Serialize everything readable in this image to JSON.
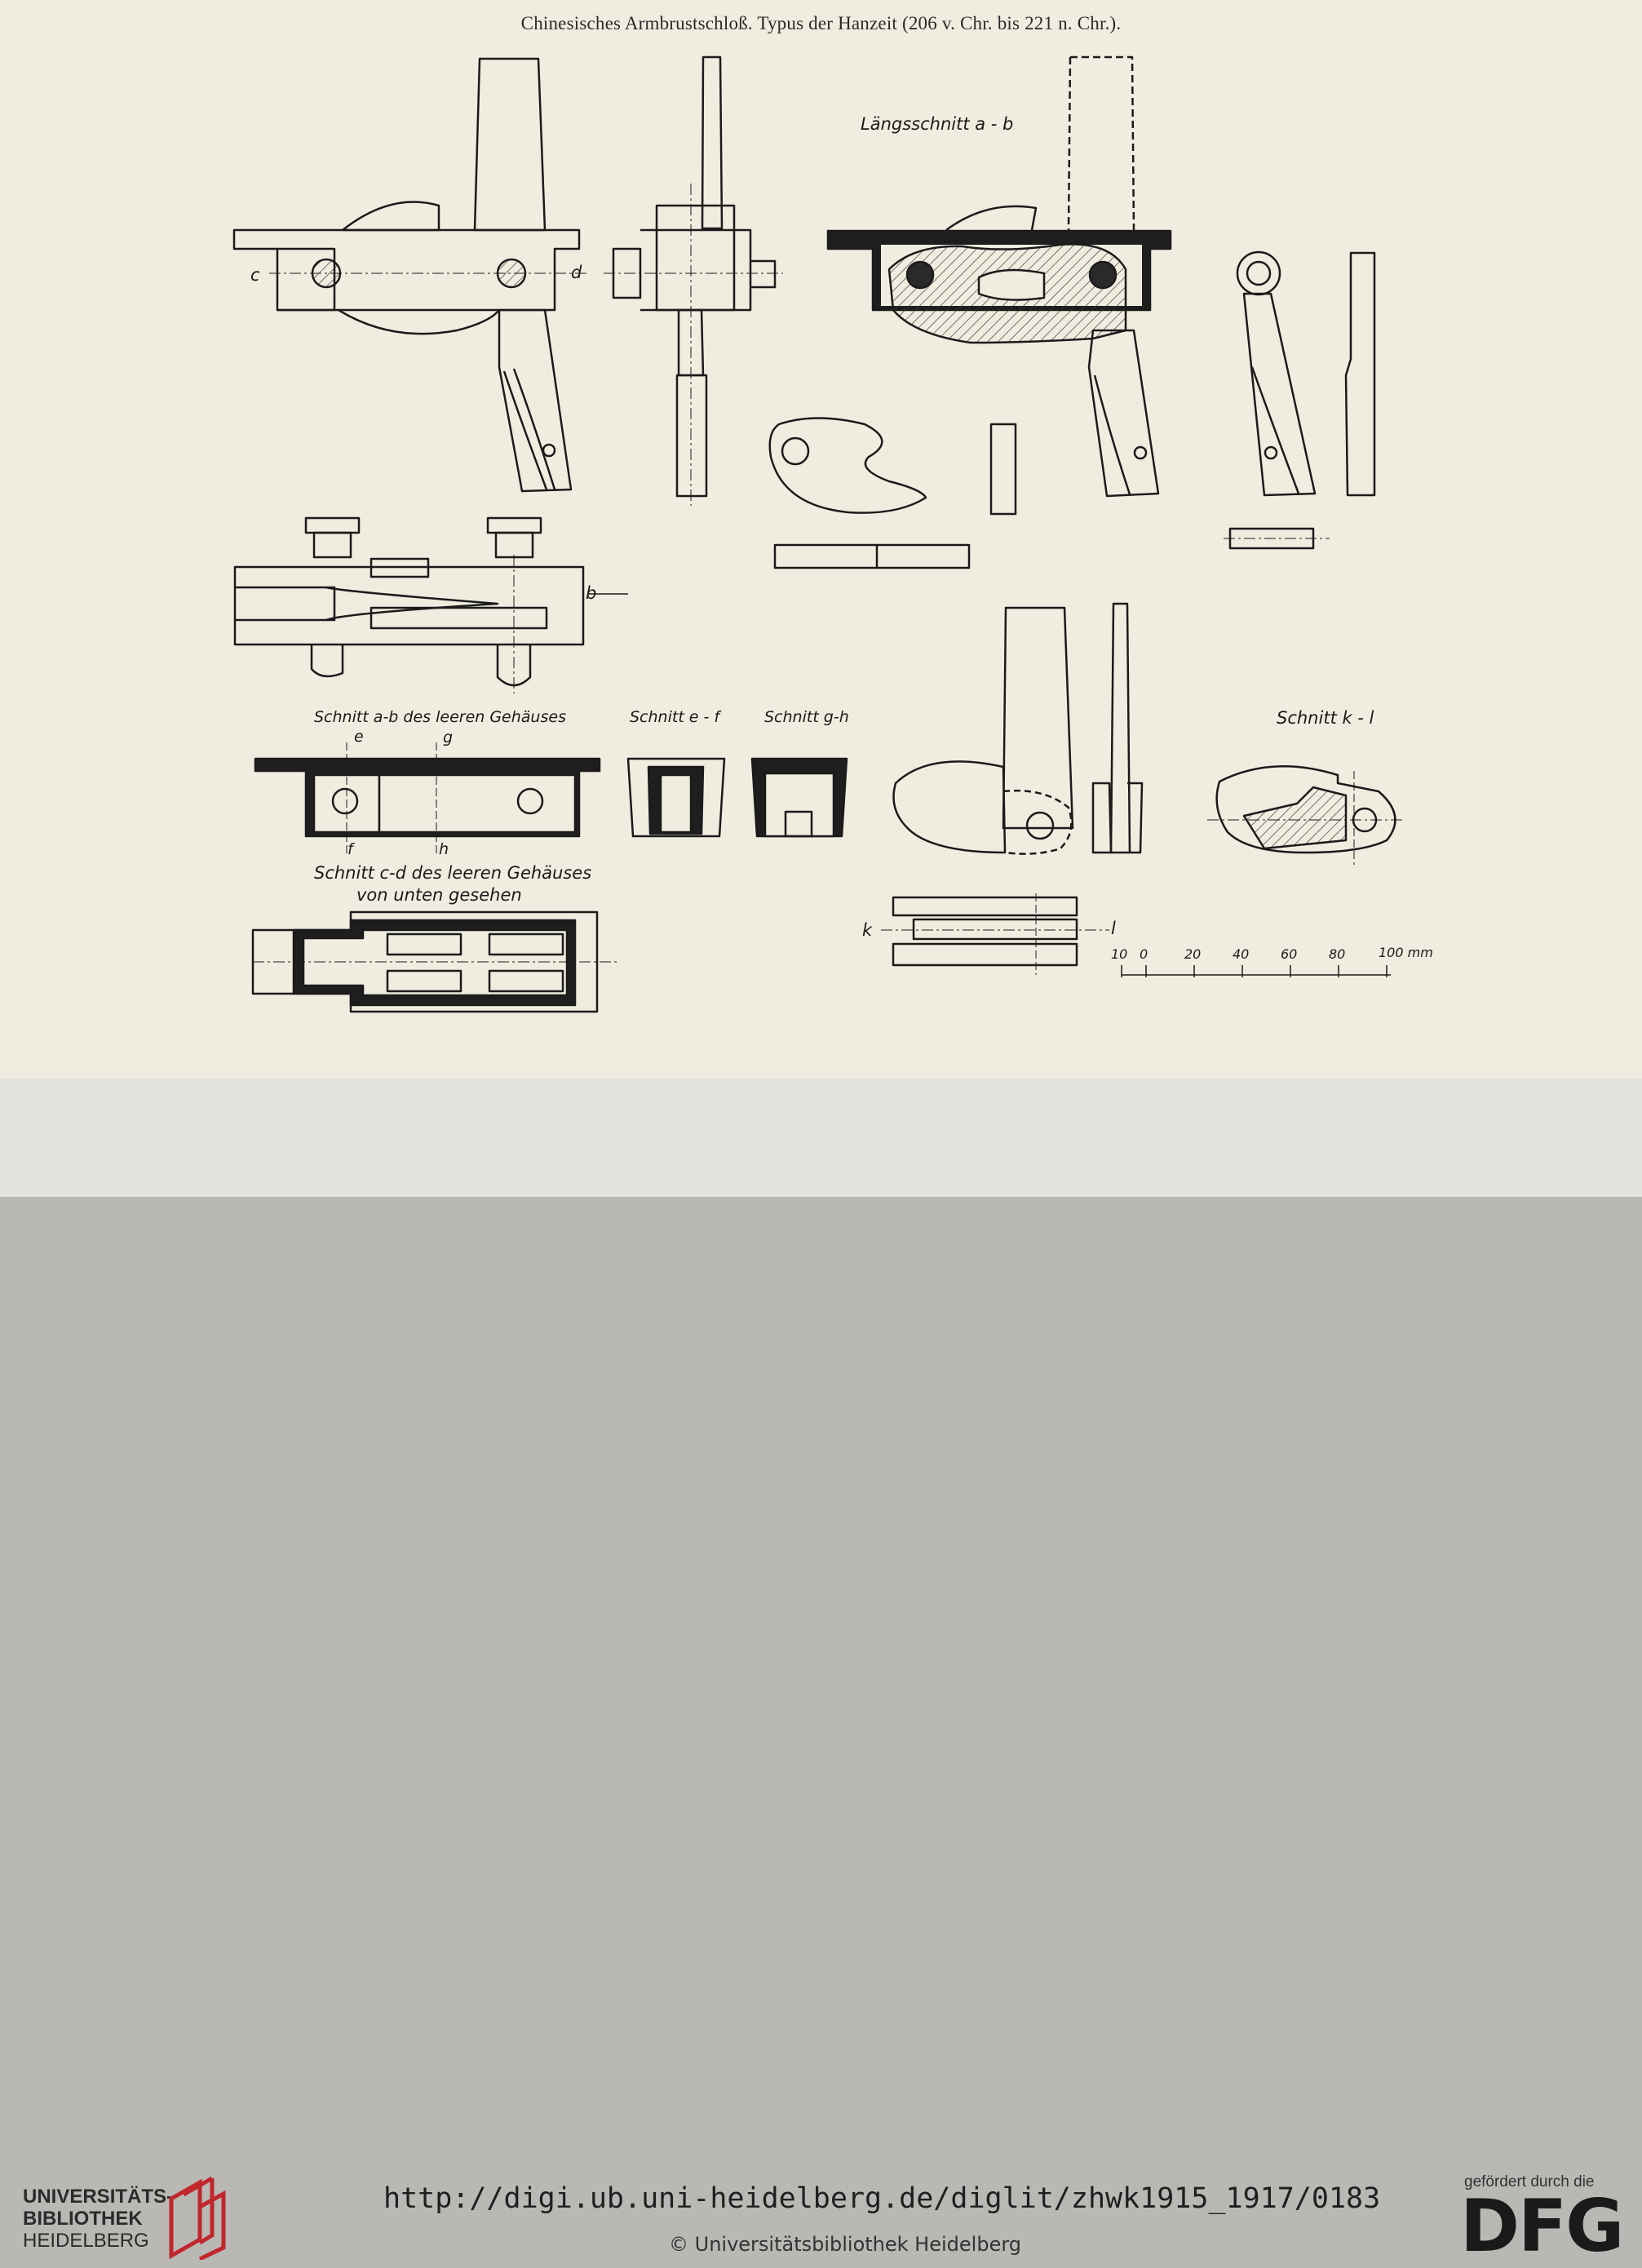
{
  "plate": {
    "title": "Chinesisches Armbrustschloß.  Typus der Hanzeit (206 v. Chr. bis 221 n. Chr.).",
    "labels": {
      "c": "c",
      "d": "d",
      "b": "b",
      "laengsschnitt": "Längsschnitt a - b",
      "schnitt_ab": "Schnitt a-b des leeren Gehäuses",
      "schnitt_ef": "Schnitt e - f",
      "schnitt_gh": "Schnitt g-h",
      "schnitt_kl": "Schnitt k - l",
      "e": "e",
      "g": "g",
      "f": "f",
      "h": "h",
      "schnitt_cd_1": "Schnitt c-d des leeren Gehäuses",
      "schnitt_cd_2": "von unten gesehen",
      "k": "k",
      "l": "l"
    },
    "scale": {
      "ticks": [
        "10",
        "0",
        "20",
        "40",
        "60",
        "80",
        "100 mm"
      ]
    }
  },
  "footer": {
    "library_line1": "UNIVERSITÄTS-",
    "library_line2": "BIBLIOTHEK",
    "library_line3": "HEIDELBERG",
    "url": "http://digi.ub.uni-heidelberg.de/diglit/zhwk1915_1917/0183",
    "copyright": "© Universitätsbibliothek Heidelberg",
    "dfg_small": "gefördert durch die",
    "dfg": "DFG",
    "colors": {
      "logo_red": "#c0272d",
      "plate_paper": "#f0ecdf",
      "footer_bg": "#e3e2df"
    }
  }
}
